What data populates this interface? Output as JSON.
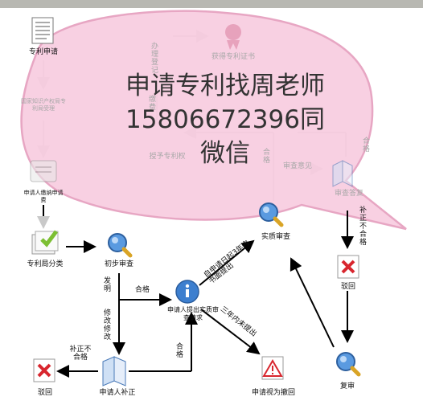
{
  "nodes": {
    "patent_apply": "专利申请",
    "office_accept": "国家知识产权局专利局受理",
    "pay_fee": "申请人缴纳申请费",
    "classify": "专利局分类",
    "prelim_exam": "初步审查",
    "request_substantive": "申请人提出实质审查请求",
    "supplement": "申请人补正",
    "reject_left": "驳回",
    "deemed_withdrawn": "申请视为撤回",
    "substantive_exam": "实质审查",
    "reject_right": "驳回",
    "re_exam": "复审",
    "grant_patent": "授予专利权",
    "get_certificate": "获得专利证书",
    "exam_reply": "审查答复"
  },
  "edges": {
    "qualified_1": "合格",
    "qualified_2": "合格",
    "qualified_3": "合格",
    "qualified_4": "合格",
    "invention": "发明",
    "modify": "修改修改",
    "supplement_fail": "补正不合格",
    "within_3_years": "自申请日起3年内书面提出",
    "overdue_3_years": "三年内未提出",
    "exam_opinion": "审查意见",
    "fail_right": "补正不合格",
    "process_reg": "办理登记",
    "pay_fee_edge": "缴费"
  },
  "overlay": {
    "line1": "申请专利找周老师",
    "line2": "15806672396同",
    "line3": "微信"
  },
  "colors": {
    "bubble_fill": "#f8cde0",
    "bubble_stroke": "#e6a0bf",
    "arrow": "#000000",
    "faint_arrow": "#c9c9c9",
    "icon_blue": "#3d7fcf",
    "icon_red": "#d8262e",
    "icon_green": "#7cbf33"
  }
}
